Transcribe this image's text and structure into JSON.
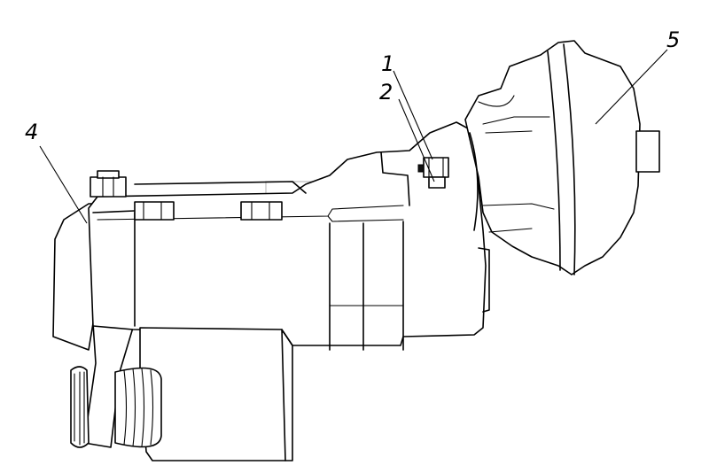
{
  "callouts": [
    {
      "id": "1",
      "text": "1"
    },
    {
      "id": "2",
      "text": "2"
    },
    {
      "id": "4",
      "text": "4"
    },
    {
      "id": "5",
      "text": "5"
    }
  ],
  "colors": {
    "ink": "#000000",
    "background": "#ffffff",
    "watermark": "#bdbdbd"
  }
}
